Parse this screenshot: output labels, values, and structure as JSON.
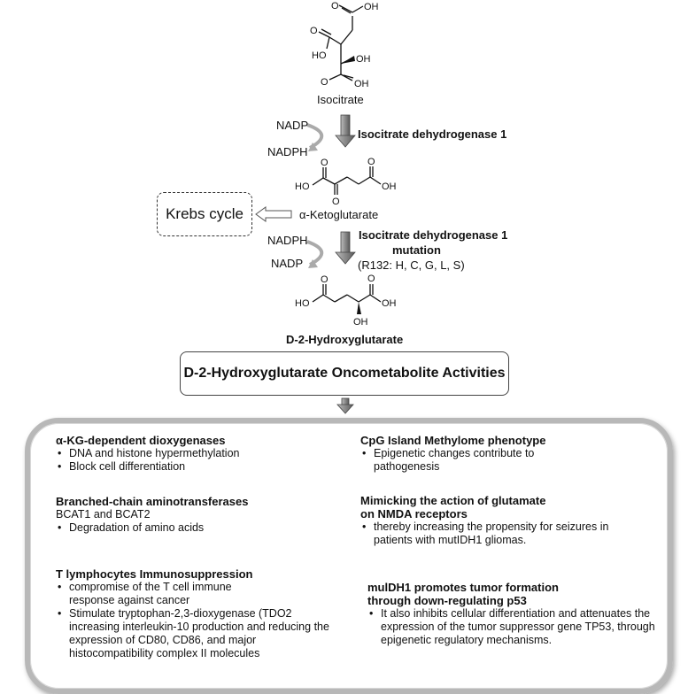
{
  "molecules": {
    "isocitrate": {
      "name": "Isocitrate",
      "atoms": [
        "OH",
        "O",
        "O",
        "HO",
        "OH",
        "O",
        "OH"
      ]
    },
    "akg": {
      "name": "α-Ketoglutarate",
      "atoms": [
        "HO",
        "OH",
        "O",
        "O",
        "O"
      ]
    },
    "d2hg": {
      "name": "D-2-Hydroxyglutarate",
      "atoms": [
        "HO",
        "OH",
        "O",
        "O",
        "OH"
      ]
    }
  },
  "step1": {
    "enzyme": "Isocitrate dehydrogenase 1",
    "cofactor_in": "NADP",
    "cofactor_out": "NADPH"
  },
  "step2": {
    "enzyme_line1": "Isocitrate dehydrogenase 1",
    "enzyme_line2": "mutation",
    "variants": "(R132: H, C, G, L, S)",
    "cofactor_in": "NADPH",
    "cofactor_out": "NADP"
  },
  "krebs": "Krebs cycle",
  "activities_title": "D-2-Hydroxyglutarate Oncometabolite  Activities",
  "left_sections": [
    {
      "title": "α-KG-dependent dioxygenases",
      "subtitle": "",
      "bullets": [
        "DNA and histone hypermethylation",
        "Block cell differentiation"
      ]
    },
    {
      "title": "Branched-chain aminotransferases",
      "subtitle": "BCAT1 and BCAT2",
      "bullets": [
        "Degradation of amino acids"
      ]
    },
    {
      "title": "T lymphocytes Immunosuppression",
      "subtitle": "",
      "bullets": [
        "compromise of the T cell immune response against cancer",
        "Stimulate tryptophan-2,3-dioxygenase (TDO2 increasing interleukin-10 production and reducing the expression of CD80, CD86, and major histocompatibility complex II molecules"
      ]
    }
  ],
  "right_sections": [
    {
      "title": "CpG Island Methylome phenotype",
      "bullets": [
        "Epigenetic changes contribute to pathogenesis"
      ]
    },
    {
      "title_line1": "Mimicking the action of glutamate",
      "title_line2": "on NMDA receptors",
      "bullets": [
        "thereby increasing the propensity for seizures in patients with mutIDH1 gliomas."
      ]
    },
    {
      "title_line1": "mulDH1 promotes tumor formation",
      "title_line2": "through down-regulating p53",
      "bullets": [
        "It also inhibits cellular differentiation and attenuates the expression of the tumor suppressor gene TP53, through epigenetic regulatory mechanisms."
      ]
    }
  ]
}
